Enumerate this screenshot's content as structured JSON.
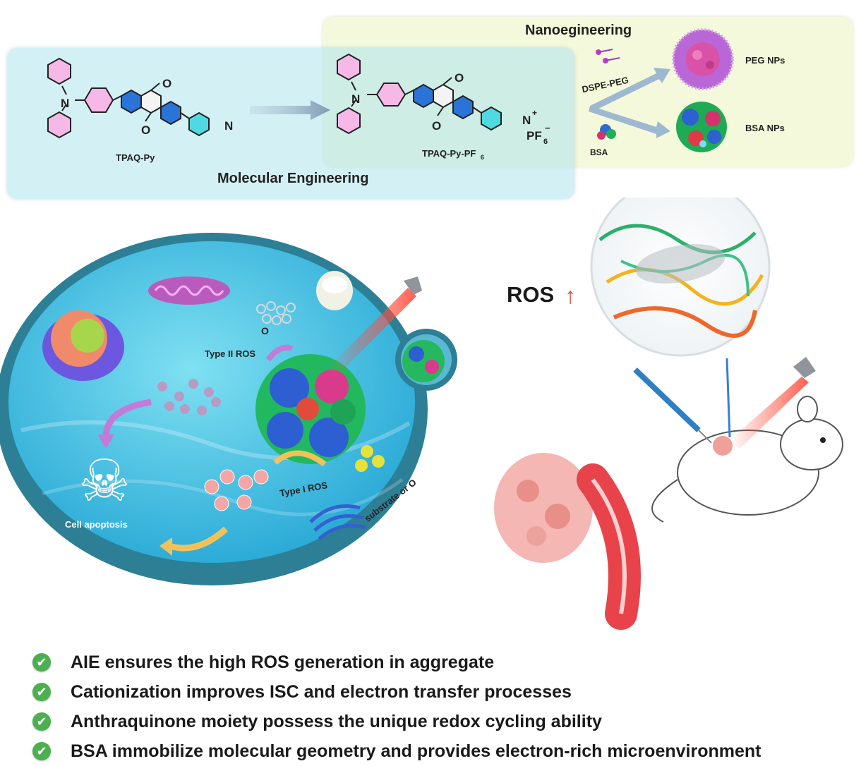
{
  "molecules": {
    "left_name": "TPAQ-Py",
    "right_name": "TPAQ-Py-PF",
    "right_name_sub": "6",
    "atom_n": "N",
    "atom_o": "O",
    "counter_ion": "PF",
    "counter_ion_sub": "6",
    "charge_minus": "−",
    "cation_plus": "+"
  },
  "panels": {
    "molecular_engineering": "Molecular Engineering",
    "nanoengineering": "Nanoegineering"
  },
  "nano": {
    "dspe_peg": "DSPE-PEG",
    "bsa": "BSA",
    "peg_nps": "PEG NPs",
    "bsa_nps": "BSA NPs"
  },
  "ros_label": "ROS",
  "ros_arrow": "↑",
  "cell": {
    "type2": "Type II ROS",
    "type1": "Type I ROS",
    "o2_singlet": "O",
    "substrate": "substrate or O",
    "apoptosis": "Cell apoptosis",
    "skull_icon": "☠"
  },
  "bullets": [
    "AIE ensures the high ROS generation in aggregate",
    "Cationization improves ISC and electron transfer processes",
    "Anthraquinone moiety possess the unique redox cycling ability",
    "BSA immobilize molecular geometry and provides electron-rich microenvironment"
  ],
  "check_icon": "✔",
  "colors": {
    "accent_red": "#e8432b",
    "cell_blue": "#2ea6d3",
    "check_green": "#4caf50"
  }
}
